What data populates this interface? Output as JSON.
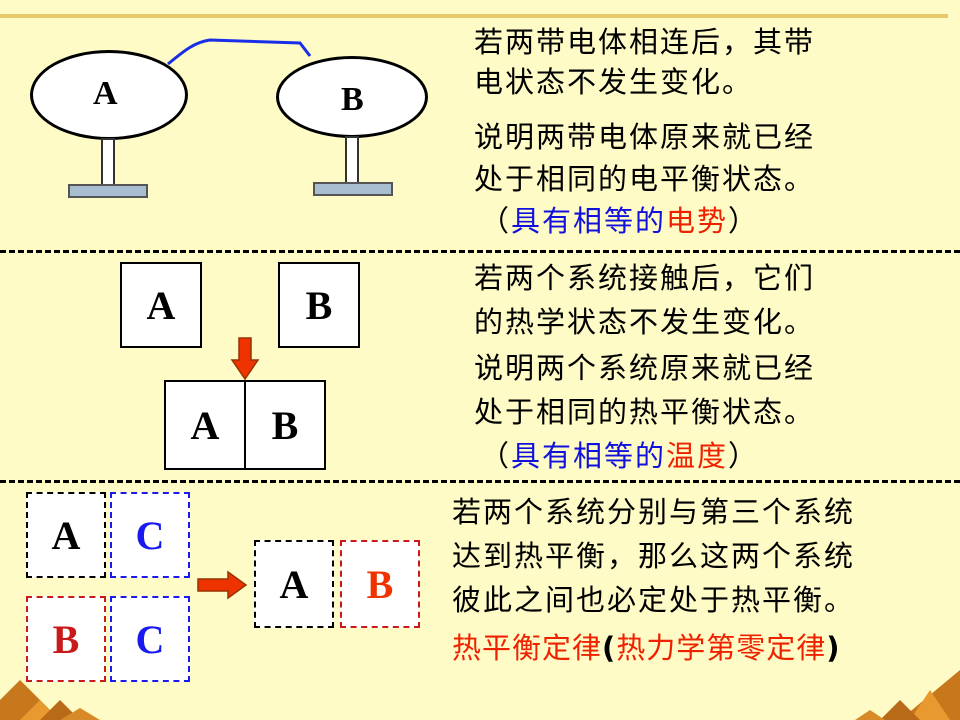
{
  "section1": {
    "label_a": "A",
    "label_b": "B",
    "line1": "若两带电体相连后，其带",
    "line2": "电状态不发生变化。",
    "line3": "说明两带电体原来就已经",
    "line4": "处于相同的电平衡状态。",
    "paren_open": "（",
    "highlight_blue": "具有相等的",
    "highlight_red": "电势",
    "paren_close": "）"
  },
  "section2": {
    "label_a": "A",
    "label_b": "B",
    "merged_a": "A",
    "merged_b": "B",
    "line1": "若两个系统接触后，它们",
    "line2": "的热学状态不发生变化。",
    "line3": "说明两个系统原来就已经",
    "line4": "处于相同的热平衡状态。",
    "paren_open": "（",
    "highlight_blue": "具有相等的",
    "highlight_red": "温度",
    "paren_close": "）"
  },
  "section3": {
    "box1_a": "A",
    "box1_c": "C",
    "box2_b": "B",
    "box2_c": "C",
    "result_a": "A",
    "result_b": "B",
    "line1": "若两个系统分别与第三个系统",
    "line2": "达到热平衡，那么这两个系统",
    "line3": "彼此之间也必定处于热平衡。",
    "law_red": "热平衡定律",
    "law_black_open": "(",
    "law_red2": "热力学第零定律",
    "law_black_close": ")"
  },
  "colors": {
    "background": "#fefbc6",
    "blue_text": "#1111dd",
    "red_text": "#ee2200",
    "arrow_red": "#ee3300"
  }
}
